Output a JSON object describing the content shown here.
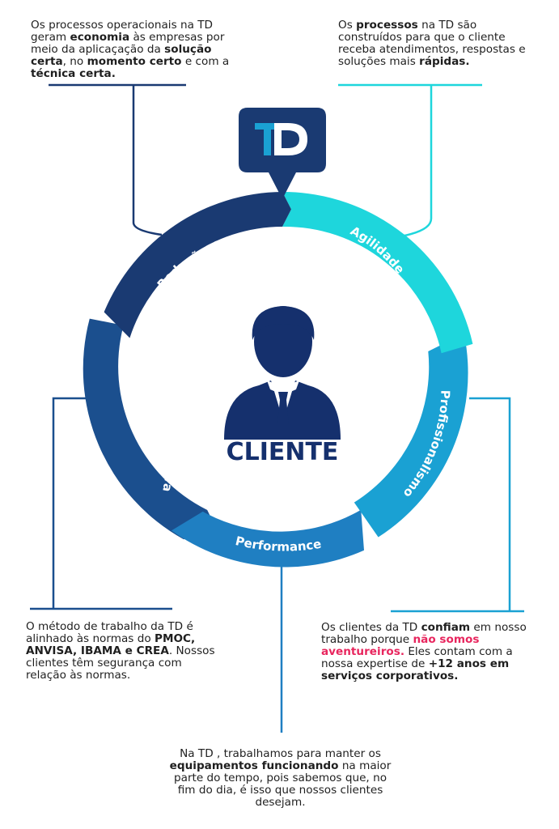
{
  "colors": {
    "navy": "#1a3a72",
    "dark_blue": "#1b4f8e",
    "mid_blue": "#1f7fc2",
    "blue": "#1aa1d3",
    "cyan": "#1ed6dc",
    "pink": "#e8265e"
  },
  "logo": {
    "text": "TD",
    "icon": "td-logo-icon"
  },
  "center": {
    "label": "CLIENTE",
    "icon": "person-icon"
  },
  "segments": [
    {
      "label": "Redução de Custos",
      "color": "#1a3a72"
    },
    {
      "label": "Agilidade",
      "color": "#1ed6dc"
    },
    {
      "label": "Profissionalismo",
      "color": "#1aa1d3"
    },
    {
      "label": "Performance",
      "color": "#1f7fc2"
    },
    {
      "label": "Segurança Normativa",
      "color": "#1b4f8e"
    }
  ],
  "texts": {
    "reducao": {
      "p1": "Os processos operacionais na TD geram ",
      "b1": "economia",
      "p2": " às empresas por meio da aplicaçação da ",
      "b2": "solução certa",
      "p3": ", no ",
      "b3": "momento certo",
      "p4": " e com a ",
      "b4": "técnica certa."
    },
    "agilidade": {
      "p1": "Os ",
      "b1": "processos",
      "p2": " na TD são construídos para que o cliente receba atendimentos, respostas e soluções mais ",
      "b2": "rápidas."
    },
    "seguranca": {
      "p1": "O método de trabalho da TD é alinhado às normas do ",
      "b1": "PMOC, ANVISA, IBAMA e CREA",
      "p2": ". Nossos clientes têm segurança com relação às normas."
    },
    "profissionalismo": {
      "p1": "Os clientes da TD  ",
      "b1": "confiam",
      "p2": " em nosso trabalho  porque  ",
      "h1": "não somos aventureiros.",
      "p3": " Eles contam com a nossa expertise de ",
      "b2": "+12 anos em serviços corporativos."
    },
    "performance": {
      "p1": "Na TD , trabalhamos para manter os ",
      "b1": "equipamentos funcionando",
      "p2": " na maior parte do tempo, pois sabemos que, no fim do dia, é isso que nossos clientes desejam."
    }
  }
}
